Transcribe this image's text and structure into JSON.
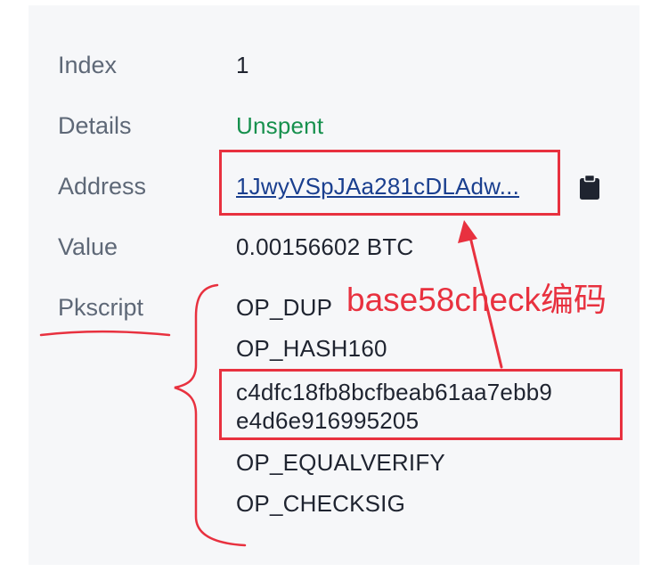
{
  "rows": {
    "index": {
      "label": "Index",
      "value": "1"
    },
    "details": {
      "label": "Details",
      "value": "Unspent"
    },
    "address": {
      "label": "Address",
      "value": "1JwyVSpJAa281cDLAdw..."
    },
    "value": {
      "label": "Value",
      "value": "0.00156602 BTC"
    },
    "pkscript": {
      "label": "Pkscript",
      "lines": [
        "OP_DUP",
        "OP_HASH160",
        "c4dfc18fb8bcfbeab61aa7ebb9",
        "e4d6e916995205",
        "OP_EQUALVERIFY",
        "OP_CHECKSIG"
      ]
    }
  },
  "icons": {
    "copy": "clipboard-icon"
  },
  "annotation": {
    "text": "base58check编码",
    "color": "#e8313f"
  },
  "colors": {
    "status_green": "#16904d",
    "link_blue": "#1a3f8f",
    "card_bg": "#f6f7f9"
  }
}
